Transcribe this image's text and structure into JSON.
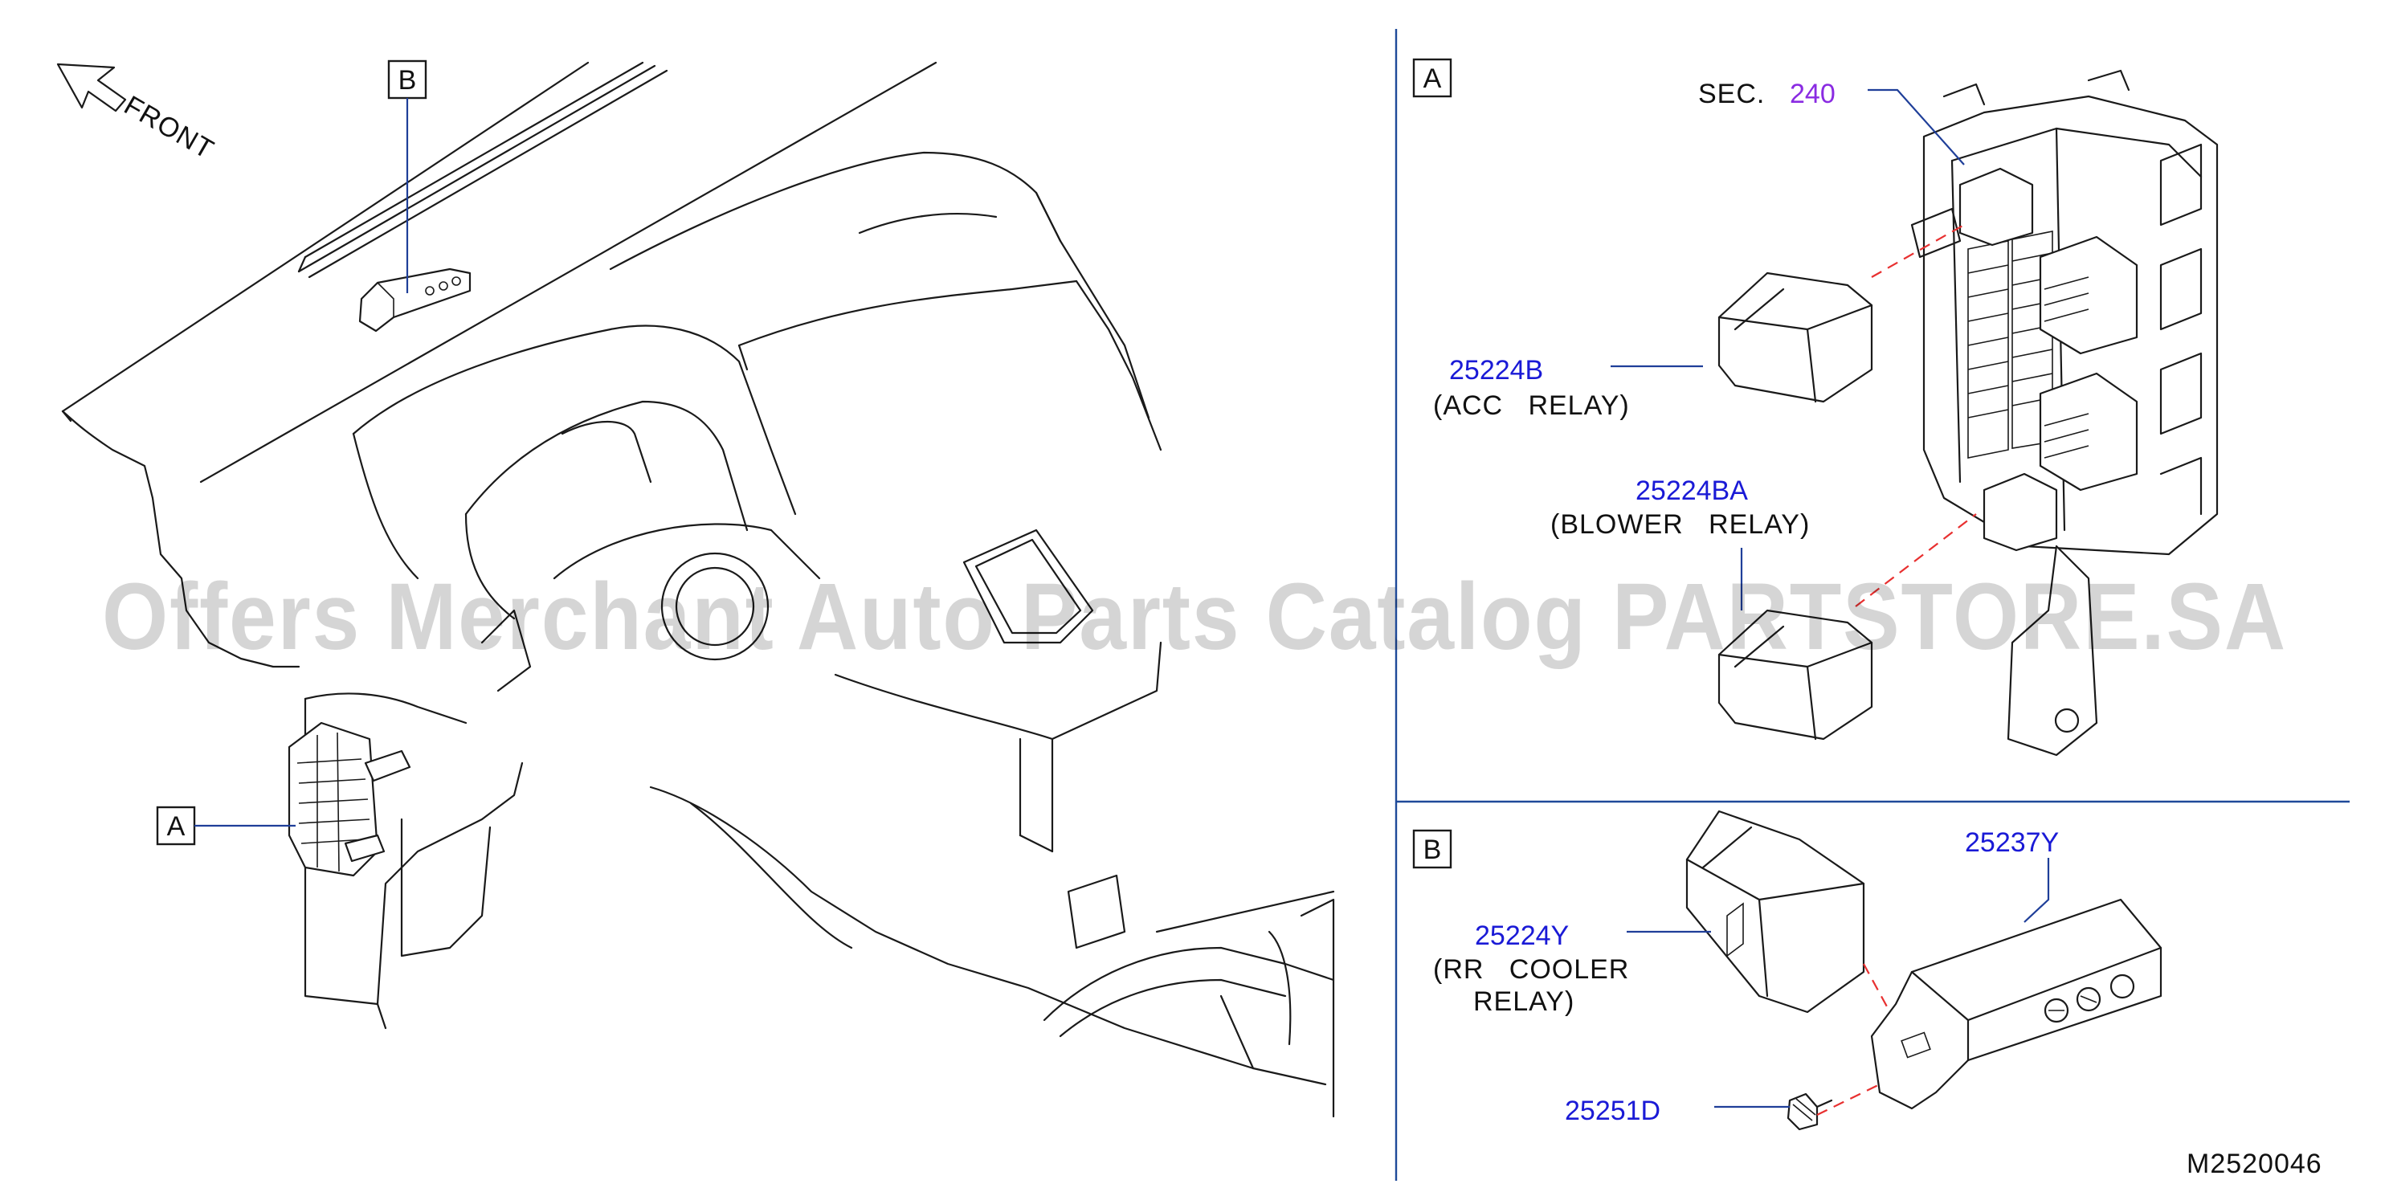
{
  "front_label": "FRONT",
  "callouts": {
    "a": "A",
    "b": "B"
  },
  "sec_prefix": "SEC.",
  "sec_number": "240",
  "parts": {
    "acc_relay": {
      "number": "25224B",
      "description": "(ACC   RELAY)"
    },
    "blower_relay": {
      "number": "25224BA",
      "description": "(BLOWER   RELAY)"
    },
    "rr_cooler_relay": {
      "number": "25224Y",
      "description_line1": "(RR   COOLER",
      "description_line2": "RELAY)"
    },
    "bracket": {
      "number": "25237Y"
    },
    "screw": {
      "number": "25251D"
    }
  },
  "diagram_code": "M2520046",
  "watermark": "Offers Merchant Auto Parts Catalog PARTSTORE.SA",
  "colors": {
    "part_number": "#1a1ad6",
    "section_number": "#8a2be2",
    "leader": "#1f3f99",
    "dashed": "#e83030",
    "divider": "#1f4a99"
  }
}
